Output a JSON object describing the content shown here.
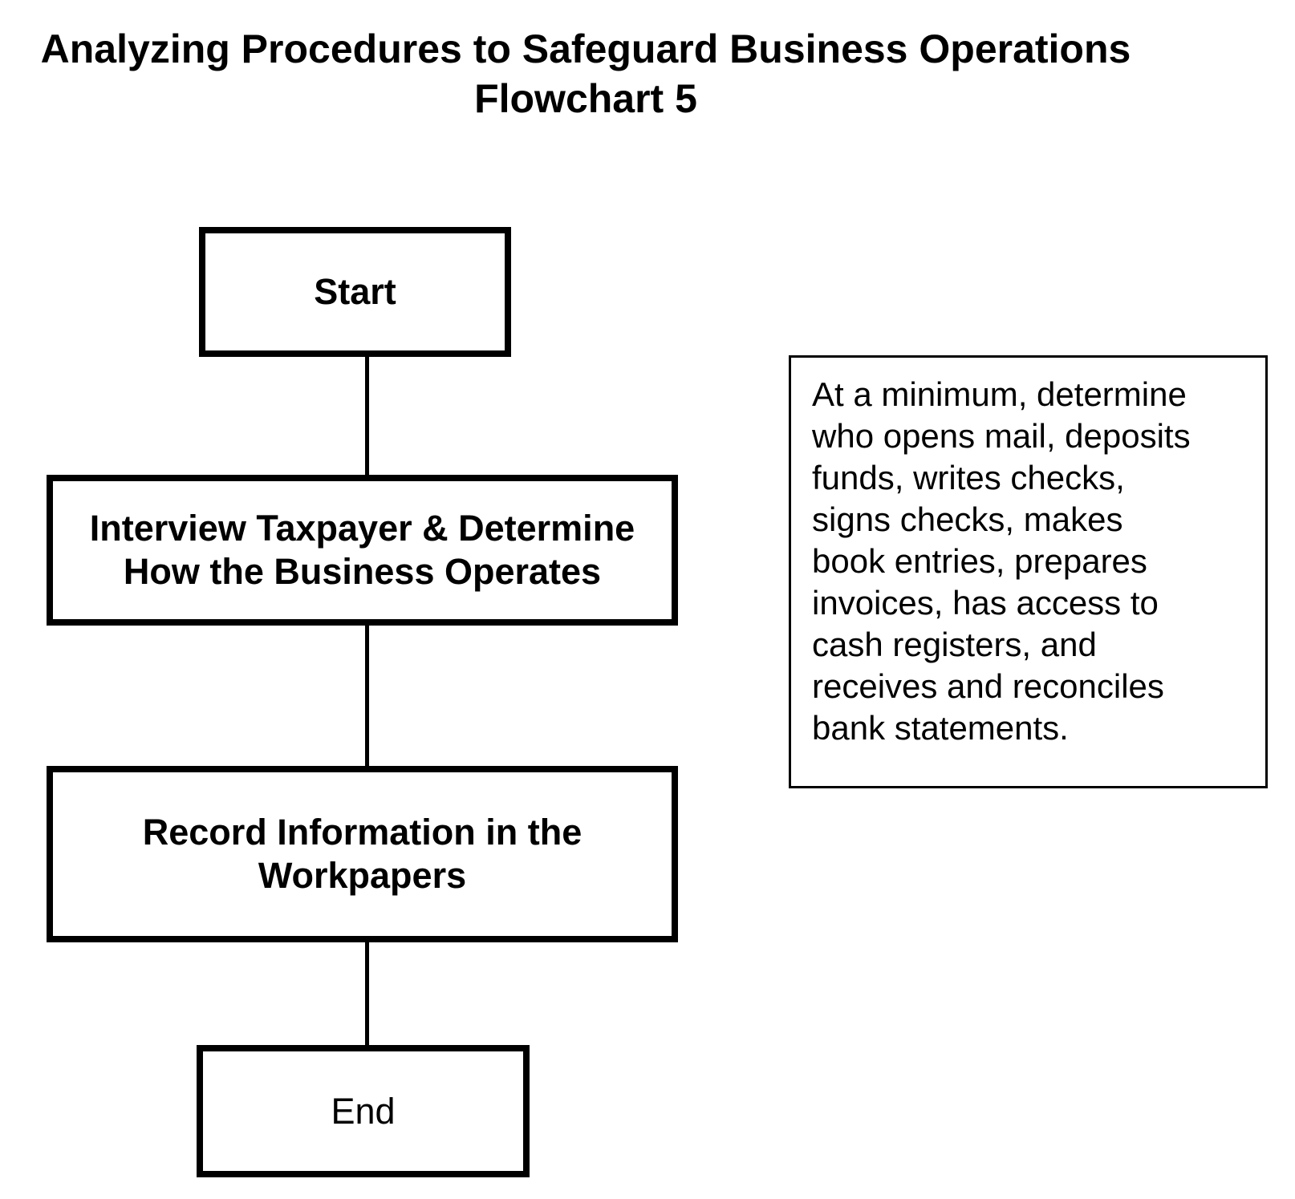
{
  "title": {
    "line1": "Analyzing Procedures to Safeguard Business Operations",
    "line2": "Flowchart 5"
  },
  "flowchart": {
    "start": {
      "label": "Start"
    },
    "interview": {
      "line1": "Interview Taxpayer & Determine",
      "line2": "How the Business Operates"
    },
    "record": {
      "line1": "Record Information in the",
      "line2": "Workpapers"
    },
    "end": {
      "label": "End"
    },
    "note": {
      "full_text": "At a minimum, determine who opens mail, deposits funds, writes checks, signs checks, makes book entries, prepares invoices, has access to cash registers, and receives and reconciles bank statements.",
      "lines": [
        "At a minimum, determine",
        "who opens mail, deposits",
        "funds, writes checks,",
        "signs checks, makes",
        "book entries, prepares",
        "invoices, has access to",
        "cash registers, and",
        "receives and reconciles",
        "bank statements."
      ]
    }
  },
  "colors": {
    "foreground": "#000000",
    "background": "#ffffff"
  }
}
